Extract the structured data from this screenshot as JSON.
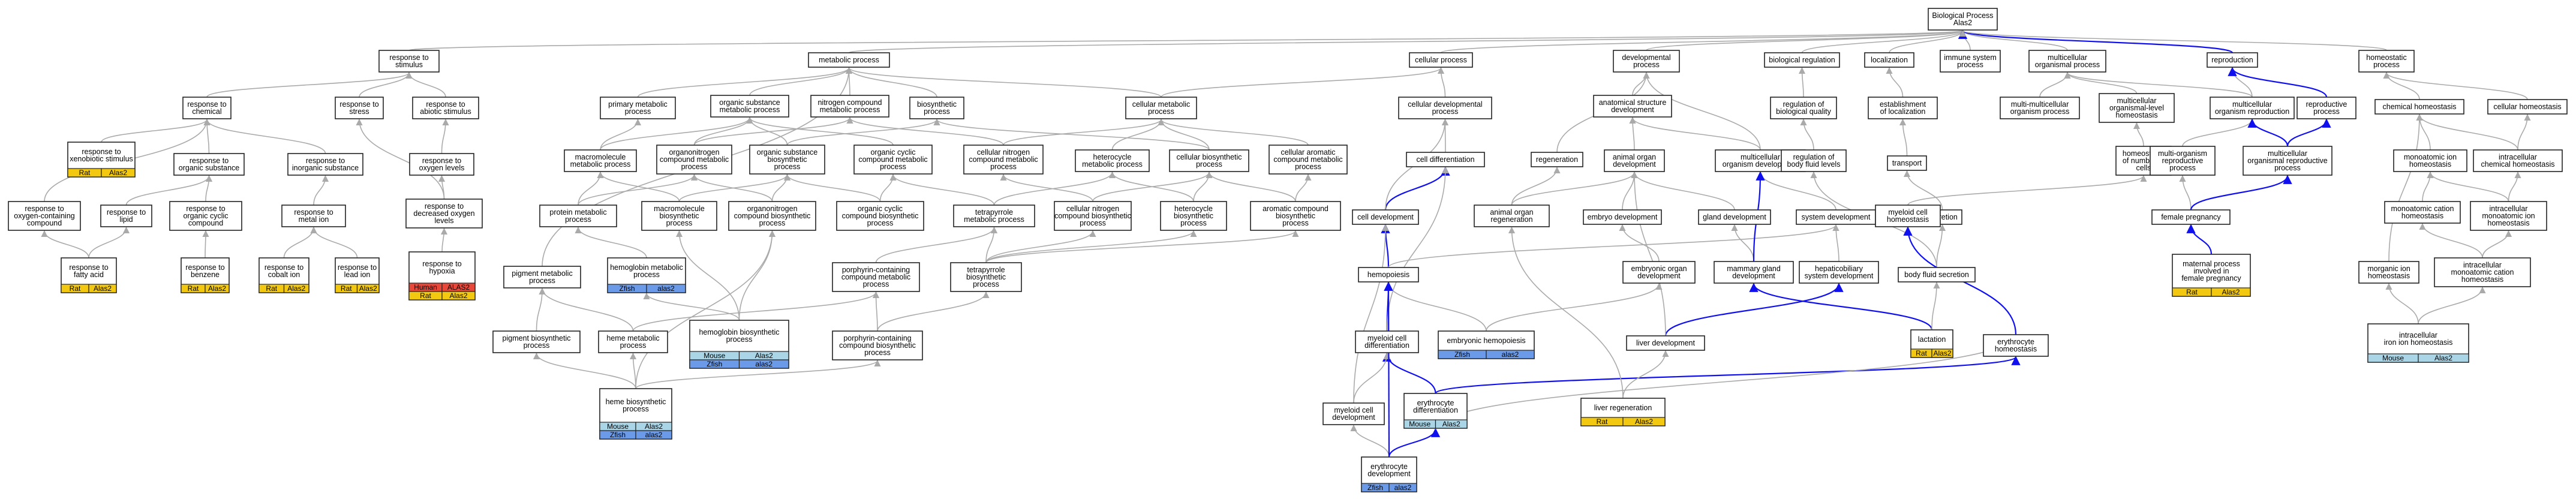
{
  "diagram": {
    "colors": {
      "edge_default": "#aaaaaa",
      "edge_highlight": "#1010ee",
      "Rat": "#f2c811",
      "Human": "#e8483a",
      "Mouse": "#a9d5e6",
      "Zfish": "#6b9be8"
    },
    "nodes": [
      {
        "id": "bp",
        "lines": [
          "Biological Process",
          "Alas2"
        ]
      },
      {
        "id": "rts",
        "lines": [
          "response to",
          "stimulus"
        ]
      },
      {
        "id": "mp",
        "lines": [
          "metabolic process"
        ]
      },
      {
        "id": "cp",
        "lines": [
          "cellular process"
        ]
      },
      {
        "id": "dp",
        "lines": [
          "developmental",
          "process"
        ]
      },
      {
        "id": "breg",
        "lines": [
          "biological regulation"
        ]
      },
      {
        "id": "loc",
        "lines": [
          "localization"
        ]
      },
      {
        "id": "isp",
        "lines": [
          "immune system",
          "process"
        ]
      },
      {
        "id": "mop",
        "lines": [
          "multicellular",
          "organismal process"
        ]
      },
      {
        "id": "repro",
        "lines": [
          "reproduction"
        ]
      },
      {
        "id": "homeo",
        "lines": [
          "homeostatic",
          "process"
        ]
      },
      {
        "id": "rtc",
        "lines": [
          "response to",
          "chemical"
        ]
      },
      {
        "id": "rtstress",
        "lines": [
          "response to",
          "stress"
        ]
      },
      {
        "id": "rtabio",
        "lines": [
          "response to",
          "abiotic stimulus"
        ]
      },
      {
        "id": "pmp",
        "lines": [
          "primary metabolic",
          "process"
        ]
      },
      {
        "id": "osmp",
        "lines": [
          "organic substance",
          "metabolic process"
        ]
      },
      {
        "id": "ncmp",
        "lines": [
          "nitrogen compound",
          "metabolic process"
        ]
      },
      {
        "id": "biosp",
        "lines": [
          "biosynthetic",
          "process"
        ]
      },
      {
        "id": "cmp",
        "lines": [
          "cellular metabolic",
          "process"
        ]
      },
      {
        "id": "cdp",
        "lines": [
          "cellular developmental",
          "process"
        ]
      },
      {
        "id": "asd",
        "lines": [
          "anatomical structure",
          "development"
        ]
      },
      {
        "id": "rbq",
        "lines": [
          "regulation of",
          "biological quality"
        ]
      },
      {
        "id": "eol",
        "lines": [
          "establishment",
          "of localization"
        ]
      },
      {
        "id": "multi_orgp",
        "lines": [
          "multi-multicellular",
          "organism process"
        ]
      },
      {
        "id": "molh",
        "lines": [
          "multicellular",
          "organismal-level",
          "homeostasis"
        ]
      },
      {
        "id": "mor",
        "lines": [
          "multicellular",
          "organism reproduction"
        ]
      },
      {
        "id": "rprocess",
        "lines": [
          "reproductive",
          "process"
        ]
      },
      {
        "id": "chomeo",
        "lines": [
          "chemical homeostasis"
        ]
      },
      {
        "id": "cellhomeo",
        "lines": [
          "cellular homeostasis"
        ]
      },
      {
        "id": "rtxs",
        "lines": [
          "response to",
          "xenobiotic stimulus"
        ],
        "cells": [
          "Rat",
          "Alas2"
        ]
      },
      {
        "id": "rtos",
        "lines": [
          "response to",
          "organic substance"
        ]
      },
      {
        "id": "rtis",
        "lines": [
          "response to",
          "inorganic substance"
        ]
      },
      {
        "id": "rtol",
        "lines": [
          "response to",
          "oxygen levels"
        ]
      },
      {
        "id": "macromp",
        "lines": [
          "macromolecule",
          "metabolic process"
        ]
      },
      {
        "id": "onmp",
        "lines": [
          "organonitrogen",
          "compound metabolic",
          "process"
        ]
      },
      {
        "id": "osbp",
        "lines": [
          "organic substance",
          "biosynthetic",
          "process"
        ]
      },
      {
        "id": "occmp",
        "lines": [
          "organic cyclic",
          "compound metabolic",
          "process"
        ]
      },
      {
        "id": "cncmp",
        "lines": [
          "cellular nitrogen",
          "compound metabolic",
          "process"
        ]
      },
      {
        "id": "hetmp",
        "lines": [
          "heterocycle",
          "metabolic process"
        ]
      },
      {
        "id": "cbp",
        "lines": [
          "cellular biosynthetic",
          "process"
        ]
      },
      {
        "id": "cacmp",
        "lines": [
          "cellular aromatic",
          "compound metabolic",
          "process"
        ]
      },
      {
        "id": "celldiff",
        "lines": [
          "cell differentiation"
        ]
      },
      {
        "id": "regen",
        "lines": [
          "regeneration"
        ]
      },
      {
        "id": "aod",
        "lines": [
          "animal organ",
          "development"
        ]
      },
      {
        "id": "mod",
        "lines": [
          "multicellular",
          "organism development"
        ]
      },
      {
        "id": "rbfl",
        "lines": [
          "regulation of",
          "body fluid levels"
        ]
      },
      {
        "id": "transport",
        "lines": [
          "transport"
        ]
      },
      {
        "id": "hnc",
        "lines": [
          "homeostasis",
          "of number of",
          "cells"
        ]
      },
      {
        "id": "morp",
        "lines": [
          "multi-organism",
          "reproductive",
          "process"
        ]
      },
      {
        "id": "morpro",
        "lines": [
          "multicellular",
          "organismal reproductive",
          "process"
        ]
      },
      {
        "id": "mih",
        "lines": [
          "monoatomic ion",
          "homeostasis"
        ]
      },
      {
        "id": "ich",
        "lines": [
          "intracellular",
          "chemical homeostasis"
        ]
      },
      {
        "id": "rtocc",
        "lines": [
          "response to",
          "oxygen-containing",
          "compound"
        ]
      },
      {
        "id": "rtlipid",
        "lines": [
          "response to",
          "lipid"
        ]
      },
      {
        "id": "rtocyc",
        "lines": [
          "response to",
          "organic cyclic",
          "compound"
        ]
      },
      {
        "id": "rtmi",
        "lines": [
          "response to",
          "metal ion"
        ]
      },
      {
        "id": "rtdol",
        "lines": [
          "response to",
          "decreased oxygen",
          "levels"
        ]
      },
      {
        "id": "protmp",
        "lines": [
          "protein metabolic",
          "process"
        ]
      },
      {
        "id": "macrobp",
        "lines": [
          "macromolecule",
          "biosynthetic",
          "process"
        ]
      },
      {
        "id": "oncbp",
        "lines": [
          "organonitrogen",
          "compound biosynthetic",
          "process"
        ]
      },
      {
        "id": "occbp",
        "lines": [
          "organic cyclic",
          "compound biosynthetic",
          "process"
        ]
      },
      {
        "id": "tetmp",
        "lines": [
          "tetrapyrrole",
          "metabolic process"
        ]
      },
      {
        "id": "cncbp",
        "lines": [
          "cellular nitrogen",
          "compound biosynthetic",
          "process"
        ]
      },
      {
        "id": "hetbp",
        "lines": [
          "heterocycle",
          "biosynthetic",
          "process"
        ]
      },
      {
        "id": "acbp",
        "lines": [
          "aromatic compound",
          "biosynthetic",
          "process"
        ]
      },
      {
        "id": "celldev",
        "lines": [
          "cell development"
        ]
      },
      {
        "id": "aoregen",
        "lines": [
          "animal organ",
          "regeneration"
        ]
      },
      {
        "id": "embdev",
        "lines": [
          "embryo development"
        ]
      },
      {
        "id": "glanddev",
        "lines": [
          "gland development"
        ]
      },
      {
        "id": "sysdev",
        "lines": [
          "system development"
        ]
      },
      {
        "id": "secretion",
        "lines": [
          "secretion"
        ]
      },
      {
        "id": "mch",
        "lines": [
          "myeloid cell",
          "homeostasis"
        ]
      },
      {
        "id": "fpreg",
        "lines": [
          "female pregnancy"
        ]
      },
      {
        "id": "mch2",
        "lines": [
          "monoatomic cation",
          "homeostasis"
        ]
      },
      {
        "id": "imih",
        "lines": [
          "intracellular",
          "monoatomic ion",
          "homeostasis"
        ]
      },
      {
        "id": "rtfa",
        "lines": [
          "response to",
          "fatty acid"
        ],
        "cells": [
          "Rat",
          "Alas2"
        ]
      },
      {
        "id": "rtbenz",
        "lines": [
          "response to",
          "benzene"
        ],
        "cells": [
          "Rat",
          "Alas2"
        ]
      },
      {
        "id": "rtcobalt",
        "lines": [
          "response to",
          "cobalt ion"
        ],
        "cells": [
          "Rat",
          "Alas2"
        ]
      },
      {
        "id": "rtlead",
        "lines": [
          "response to",
          "lead ion"
        ],
        "cells": [
          "Rat",
          "Alas2"
        ]
      },
      {
        "id": "rthyp",
        "lines": [
          "response to",
          "hypoxia"
        ],
        "cells": [
          "Human",
          "ALAS2",
          "Rat",
          "Alas2"
        ]
      },
      {
        "id": "pigmp",
        "lines": [
          "pigment metabolic",
          "process"
        ]
      },
      {
        "id": "hemomp",
        "lines": [
          "hemoglobin metabolic",
          "process"
        ],
        "cells": [
          "Zfish",
          "alas2"
        ]
      },
      {
        "id": "pcmp",
        "lines": [
          "porphyrin-containing",
          "compound metabolic",
          "process"
        ]
      },
      {
        "id": "tetbp",
        "lines": [
          "tetrapyrrole",
          "biosynthetic",
          "process"
        ]
      },
      {
        "id": "hemopoiesis",
        "lines": [
          "hemopoiesis"
        ]
      },
      {
        "id": "eod",
        "lines": [
          "embryonic organ",
          "development"
        ]
      },
      {
        "id": "mgd",
        "lines": [
          "mammary gland",
          "development"
        ]
      },
      {
        "id": "hsd",
        "lines": [
          "hepaticobiliary",
          "system development"
        ]
      },
      {
        "id": "bfs",
        "lines": [
          "body fluid secretion"
        ]
      },
      {
        "id": "mpipreg",
        "lines": [
          "maternal process",
          "involved in",
          "female pregnancy"
        ],
        "cells": [
          "Rat",
          "Alas2"
        ]
      },
      {
        "id": "mionh",
        "lines": [
          "morganic ion",
          "homeostasis"
        ]
      },
      {
        "id": "imch",
        "lines": [
          "intracellular",
          "monoatomic cation",
          "homeostasis"
        ]
      },
      {
        "id": "pigbp",
        "lines": [
          "pigment biosynthetic",
          "process"
        ]
      },
      {
        "id": "hememp",
        "lines": [
          "heme metabolic",
          "process"
        ]
      },
      {
        "id": "hemobp",
        "lines": [
          "hemoglobin biosynthetic",
          "process"
        ],
        "cells": [
          "Mouse",
          "Alas2",
          "Zfish",
          "alas2"
        ]
      },
      {
        "id": "pcbp",
        "lines": [
          "porphyrin-containing",
          "compound biosynthetic",
          "process"
        ]
      },
      {
        "id": "mcd",
        "lines": [
          "myeloid cell",
          "differentiation"
        ]
      },
      {
        "id": "embhemo",
        "lines": [
          "embryonic hemopoiesis"
        ],
        "cells": [
          "Zfish",
          "alas2"
        ]
      },
      {
        "id": "liverdev",
        "lines": [
          "liver development"
        ]
      },
      {
        "id": "lact",
        "lines": [
          "lactation"
        ],
        "cells": [
          "Rat",
          "Alas2"
        ]
      },
      {
        "id": "eryhomeo",
        "lines": [
          "erythrocyte",
          "homeostasis"
        ]
      },
      {
        "id": "iih",
        "lines": [
          "intracellular",
          "iron ion homeostasis"
        ],
        "cells": [
          "Mouse",
          "Alas2"
        ]
      },
      {
        "id": "hemebp",
        "lines": [
          "heme biosynthetic",
          "process"
        ],
        "cells": [
          "Mouse",
          "Alas2",
          "Zfish",
          "alas2"
        ]
      },
      {
        "id": "erydiff",
        "lines": [
          "erythrocyte",
          "differentiation"
        ],
        "cells": [
          "Mouse",
          "Alas2"
        ]
      },
      {
        "id": "mcdev",
        "lines": [
          "myeloid cell",
          "development"
        ]
      },
      {
        "id": "liverregen",
        "lines": [
          "liver regeneration"
        ],
        "cells": [
          "Rat",
          "Alas2"
        ]
      },
      {
        "id": "erydev",
        "lines": [
          "erythrocyte",
          "development"
        ],
        "cells": [
          "Zfish",
          "alas2"
        ]
      }
    ]
  }
}
